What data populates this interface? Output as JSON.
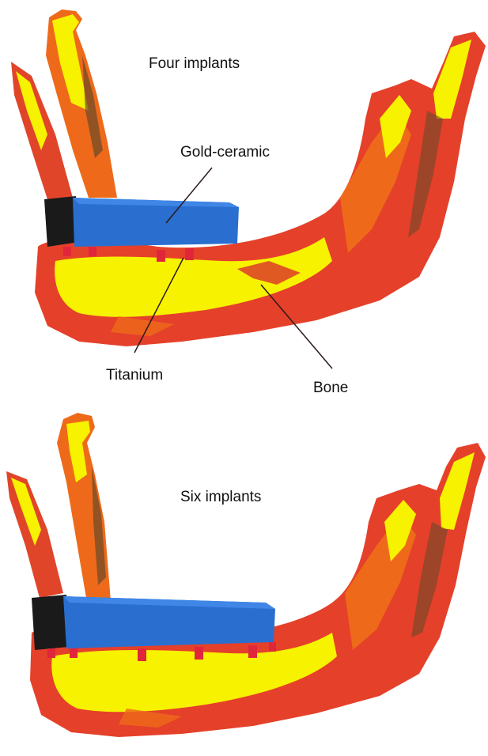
{
  "panels": [
    {
      "title": "Four implants",
      "labels": {
        "prosthesis": "Gold-ceramic",
        "implant": "Titanium",
        "bone": "Bone"
      },
      "implant_count": 4
    },
    {
      "title": "Six implants",
      "implant_count": 6
    }
  ],
  "colors": {
    "bone_yellow": "#f7f200",
    "bone_orange": "#ee6a1a",
    "bone_red": "#d9322a",
    "bone_dark": "#6b4a2a",
    "prosthesis_blue": "#2a6fd0",
    "prosthesis_black": "#1a1a1a",
    "implant_red": "#e0263a"
  }
}
